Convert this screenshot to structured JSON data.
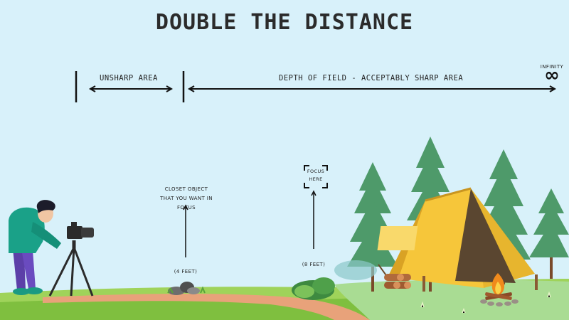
{
  "title": "DOUBLE THE DISTANCE",
  "labels": {
    "unsharp": "UNSHARP AREA",
    "dof": "DEPTH OF FIELD - ACCEPTABLY SHARP AREA",
    "infinity": "INFINITY",
    "infinity_symbol": "∞",
    "closest": "CLOSET OBJECT THAT YOU WANT IN FOCUS",
    "focus": "FOCUS HERE",
    "dist_near": "(4 FEET)",
    "dist_focus": "(8 FEET)"
  },
  "colors": {
    "sky": "#d8f1fa",
    "grass": "#8bc34a",
    "path": "#e8a27a",
    "tent": "#f6c63a",
    "tree": "#4e9a6a",
    "jacket": "#1aa188"
  }
}
